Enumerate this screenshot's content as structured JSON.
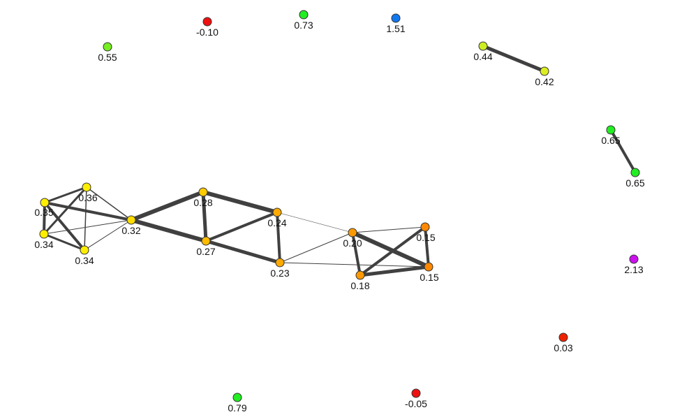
{
  "graph": {
    "nodes": [
      {
        "id": "n_m010",
        "value": "-0.10",
        "color": "#ee1111"
      },
      {
        "id": "n_073",
        "value": "0.73",
        "color": "#22ee22"
      },
      {
        "id": "n_151",
        "value": "1.51",
        "color": "#1177ee"
      },
      {
        "id": "n_055",
        "value": "0.55",
        "color": "#77ee22"
      },
      {
        "id": "n_044",
        "value": "0.44",
        "color": "#ccee22"
      },
      {
        "id": "n_042",
        "value": "0.42",
        "color": "#ddee22"
      },
      {
        "id": "n_065a",
        "value": "0.65",
        "color": "#22ee22"
      },
      {
        "id": "n_065b",
        "value": "0.65",
        "color": "#22ee22"
      },
      {
        "id": "n_035",
        "value": "0.35",
        "color": "#ffee00"
      },
      {
        "id": "n_036",
        "value": "0.36",
        "color": "#ffee00"
      },
      {
        "id": "n_034a",
        "value": "0.34",
        "color": "#ffee00"
      },
      {
        "id": "n_034b",
        "value": "0.34",
        "color": "#ffee00"
      },
      {
        "id": "n_032",
        "value": "0.32",
        "color": "#ffdd00"
      },
      {
        "id": "n_028",
        "value": "0.28",
        "color": "#ffcc00"
      },
      {
        "id": "n_027",
        "value": "0.27",
        "color": "#ffbb00"
      },
      {
        "id": "n_024",
        "value": "0.24",
        "color": "#ffaa00"
      },
      {
        "id": "n_023",
        "value": "0.23",
        "color": "#ffaa00"
      },
      {
        "id": "n_020",
        "value": "0.20",
        "color": "#ff9900"
      },
      {
        "id": "n_015a",
        "value": "0.15",
        "color": "#ff8800"
      },
      {
        "id": "n_018",
        "value": "0.18",
        "color": "#ff9900"
      },
      {
        "id": "n_015b",
        "value": "0.15",
        "color": "#ff8800"
      },
      {
        "id": "n_213",
        "value": "2.13",
        "color": "#cc11ee"
      },
      {
        "id": "n_003",
        "value": "0.03",
        "color": "#ee2200"
      },
      {
        "id": "n_079",
        "value": "0.79",
        "color": "#22ee22"
      },
      {
        "id": "n_m005",
        "value": "-0.05",
        "color": "#ee1111"
      }
    ],
    "edges": [
      {
        "source": "n_044",
        "target": "n_042",
        "weight": 5
      },
      {
        "source": "n_065a",
        "target": "n_065b",
        "weight": 4
      },
      {
        "source": "n_035",
        "target": "n_036",
        "weight": 3
      },
      {
        "source": "n_035",
        "target": "n_034a",
        "weight": 4
      },
      {
        "source": "n_035",
        "target": "n_034b",
        "weight": 4
      },
      {
        "source": "n_035",
        "target": "n_032",
        "weight": 4
      },
      {
        "source": "n_036",
        "target": "n_034a",
        "weight": 3
      },
      {
        "source": "n_036",
        "target": "n_034b",
        "weight": 1.5
      },
      {
        "source": "n_036",
        "target": "n_032",
        "weight": 1.5
      },
      {
        "source": "n_034a",
        "target": "n_034b",
        "weight": 3
      },
      {
        "source": "n_034a",
        "target": "n_032",
        "weight": 1
      },
      {
        "source": "n_034b",
        "target": "n_032",
        "weight": 1
      },
      {
        "source": "n_032",
        "target": "n_028",
        "weight": 6
      },
      {
        "source": "n_032",
        "target": "n_027",
        "weight": 6
      },
      {
        "source": "n_028",
        "target": "n_027",
        "weight": 5
      },
      {
        "source": "n_028",
        "target": "n_024",
        "weight": 6
      },
      {
        "source": "n_027",
        "target": "n_024",
        "weight": 4
      },
      {
        "source": "n_027",
        "target": "n_023",
        "weight": 5
      },
      {
        "source": "n_024",
        "target": "n_023",
        "weight": 4
      },
      {
        "source": "n_024",
        "target": "n_020",
        "weight": 0.6
      },
      {
        "source": "n_023",
        "target": "n_020",
        "weight": 1
      },
      {
        "source": "n_023",
        "target": "n_015b",
        "weight": 1
      },
      {
        "source": "n_020",
        "target": "n_015a",
        "weight": 1
      },
      {
        "source": "n_020",
        "target": "n_018",
        "weight": 4
      },
      {
        "source": "n_020",
        "target": "n_015b",
        "weight": 6
      },
      {
        "source": "n_018",
        "target": "n_015a",
        "weight": 4
      },
      {
        "source": "n_018",
        "target": "n_015b",
        "weight": 5
      },
      {
        "source": "n_015a",
        "target": "n_015b",
        "weight": 4
      }
    ]
  }
}
